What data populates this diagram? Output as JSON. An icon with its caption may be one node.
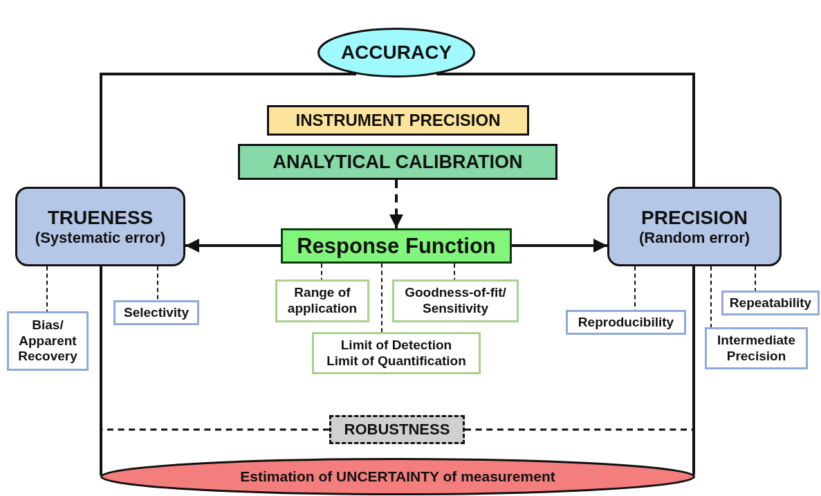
{
  "diagram": {
    "nodes": [
      {
        "text": [
          "ACCURACY"
        ]
      },
      {
        "text": [
          "INSTRUMENT PRECISION"
        ]
      },
      {
        "text": [
          "ANALYTICAL CALIBRATION"
        ]
      },
      {
        "text": [
          "TRUENESS",
          "(Systematic error)"
        ]
      },
      {
        "text": [
          "Response Function"
        ]
      },
      {
        "text": [
          "PRECISION",
          "(Random error)"
        ]
      },
      {
        "text": [
          "Bias/ Apparent Recovery"
        ]
      },
      {
        "text": [
          "Selectivity"
        ]
      },
      {
        "text": [
          "Range of application"
        ]
      },
      {
        "text": [
          "Goodness-of-fit/ Sensitivity"
        ]
      },
      {
        "text": [
          "Limit of Detection",
          "Limit of Quantification"
        ]
      },
      {
        "text": [
          "Reproducibility"
        ]
      },
      {
        "text": [
          "Repeatability"
        ]
      },
      {
        "text": [
          "Intermediate Precision"
        ]
      },
      {
        "text": [
          "ROBUSTNESS"
        ]
      },
      {
        "text": [
          "Estimation of UNCERTAINTY of measurement"
        ]
      }
    ],
    "edges": [
      {
        "from": 0,
        "to": 3,
        "arrow": "none"
      },
      {
        "from": 0,
        "to": 5,
        "arrow": "none"
      },
      {
        "from": 3,
        "to": 15,
        "arrow": "none"
      },
      {
        "from": 5,
        "to": 15,
        "arrow": "none"
      },
      {
        "from": 2,
        "to": 4,
        "arrow": "to",
        "style": "dashed"
      },
      {
        "from": 4,
        "to": 3,
        "arrow": "to"
      },
      {
        "from": 4,
        "to": 5,
        "arrow": "to"
      },
      {
        "from": 3,
        "to": 6,
        "arrow": "none",
        "style": "dashed"
      },
      {
        "from": 3,
        "to": 7,
        "arrow": "none",
        "style": "dashed"
      },
      {
        "from": 4,
        "to": 8,
        "arrow": "none",
        "style": "dashed"
      },
      {
        "from": 4,
        "to": 10,
        "arrow": "none",
        "style": "dashed"
      },
      {
        "from": 4,
        "to": 9,
        "arrow": "none",
        "style": "dashed"
      },
      {
        "from": 5,
        "to": 11,
        "arrow": "none",
        "style": "dashed"
      },
      {
        "from": 5,
        "to": 13,
        "arrow": "none",
        "style": "dashed"
      },
      {
        "from": 5,
        "to": 12,
        "arrow": "none",
        "style": "dashed"
      },
      {
        "from": 14,
        "to": null,
        "arrow": "none",
        "style": "dashed"
      },
      {
        "from": 14,
        "to": null,
        "arrow": "none",
        "style": "dashed"
      }
    ]
  }
}
